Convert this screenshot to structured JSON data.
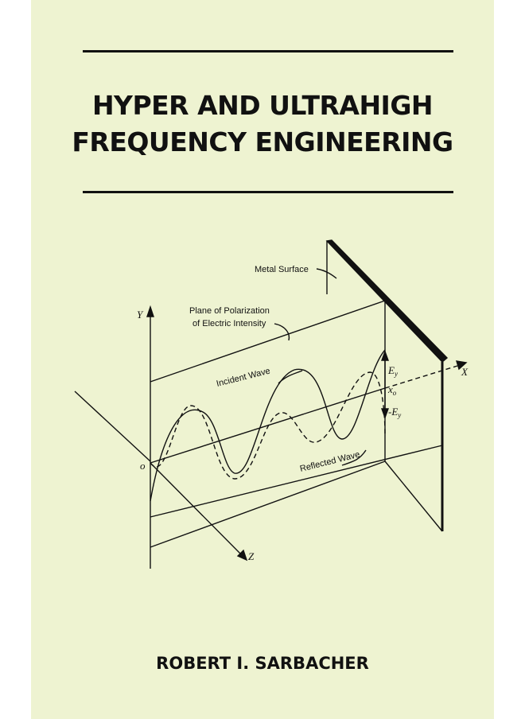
{
  "cover": {
    "title_line1": "HYPER AND ULTRAHIGH",
    "title_line2": "FREQUENCY ENGINEERING",
    "author": "ROBERT I. SARBACHER",
    "background_color": "#eef3d1",
    "ink_color": "#111111"
  },
  "figure": {
    "labels": {
      "metal_surface": "Metal Surface",
      "plane_line1": "Plane of Polarization",
      "plane_line2": "of Electric Intensity",
      "incident_wave": "Incident Wave",
      "reflected_wave": "Reflected Wave",
      "axis_y": "Y",
      "axis_x": "X",
      "axis_z": "Z",
      "origin": "o",
      "ey": "E",
      "ey_sub": "y",
      "neg_ey": "-E",
      "neg_ey_sub": "y",
      "xo": "x",
      "xo_sub": "o"
    }
  }
}
